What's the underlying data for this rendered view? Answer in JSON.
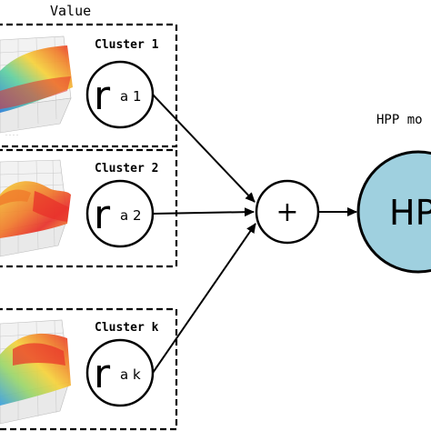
{
  "header": {
    "value_label": "Value"
  },
  "clusters": [
    {
      "title": "Cluster 1",
      "node_main": "r",
      "node_sub": "a 1"
    },
    {
      "title": "Cluster 2",
      "node_main": "r",
      "node_sub": "a 2"
    },
    {
      "title": "Cluster k",
      "node_main": "r",
      "node_sub": "a k"
    }
  ],
  "combiner": {
    "symbol": "+"
  },
  "hpp": {
    "section_label": "HPP mo",
    "node_label": "HPP"
  },
  "colors": {
    "hpp_fill": "#9fd0df",
    "stroke": "#000000",
    "surface_hot": "#e8302a",
    "surface_warm": "#f6d23a",
    "surface_cool": "#3aa0e0"
  }
}
